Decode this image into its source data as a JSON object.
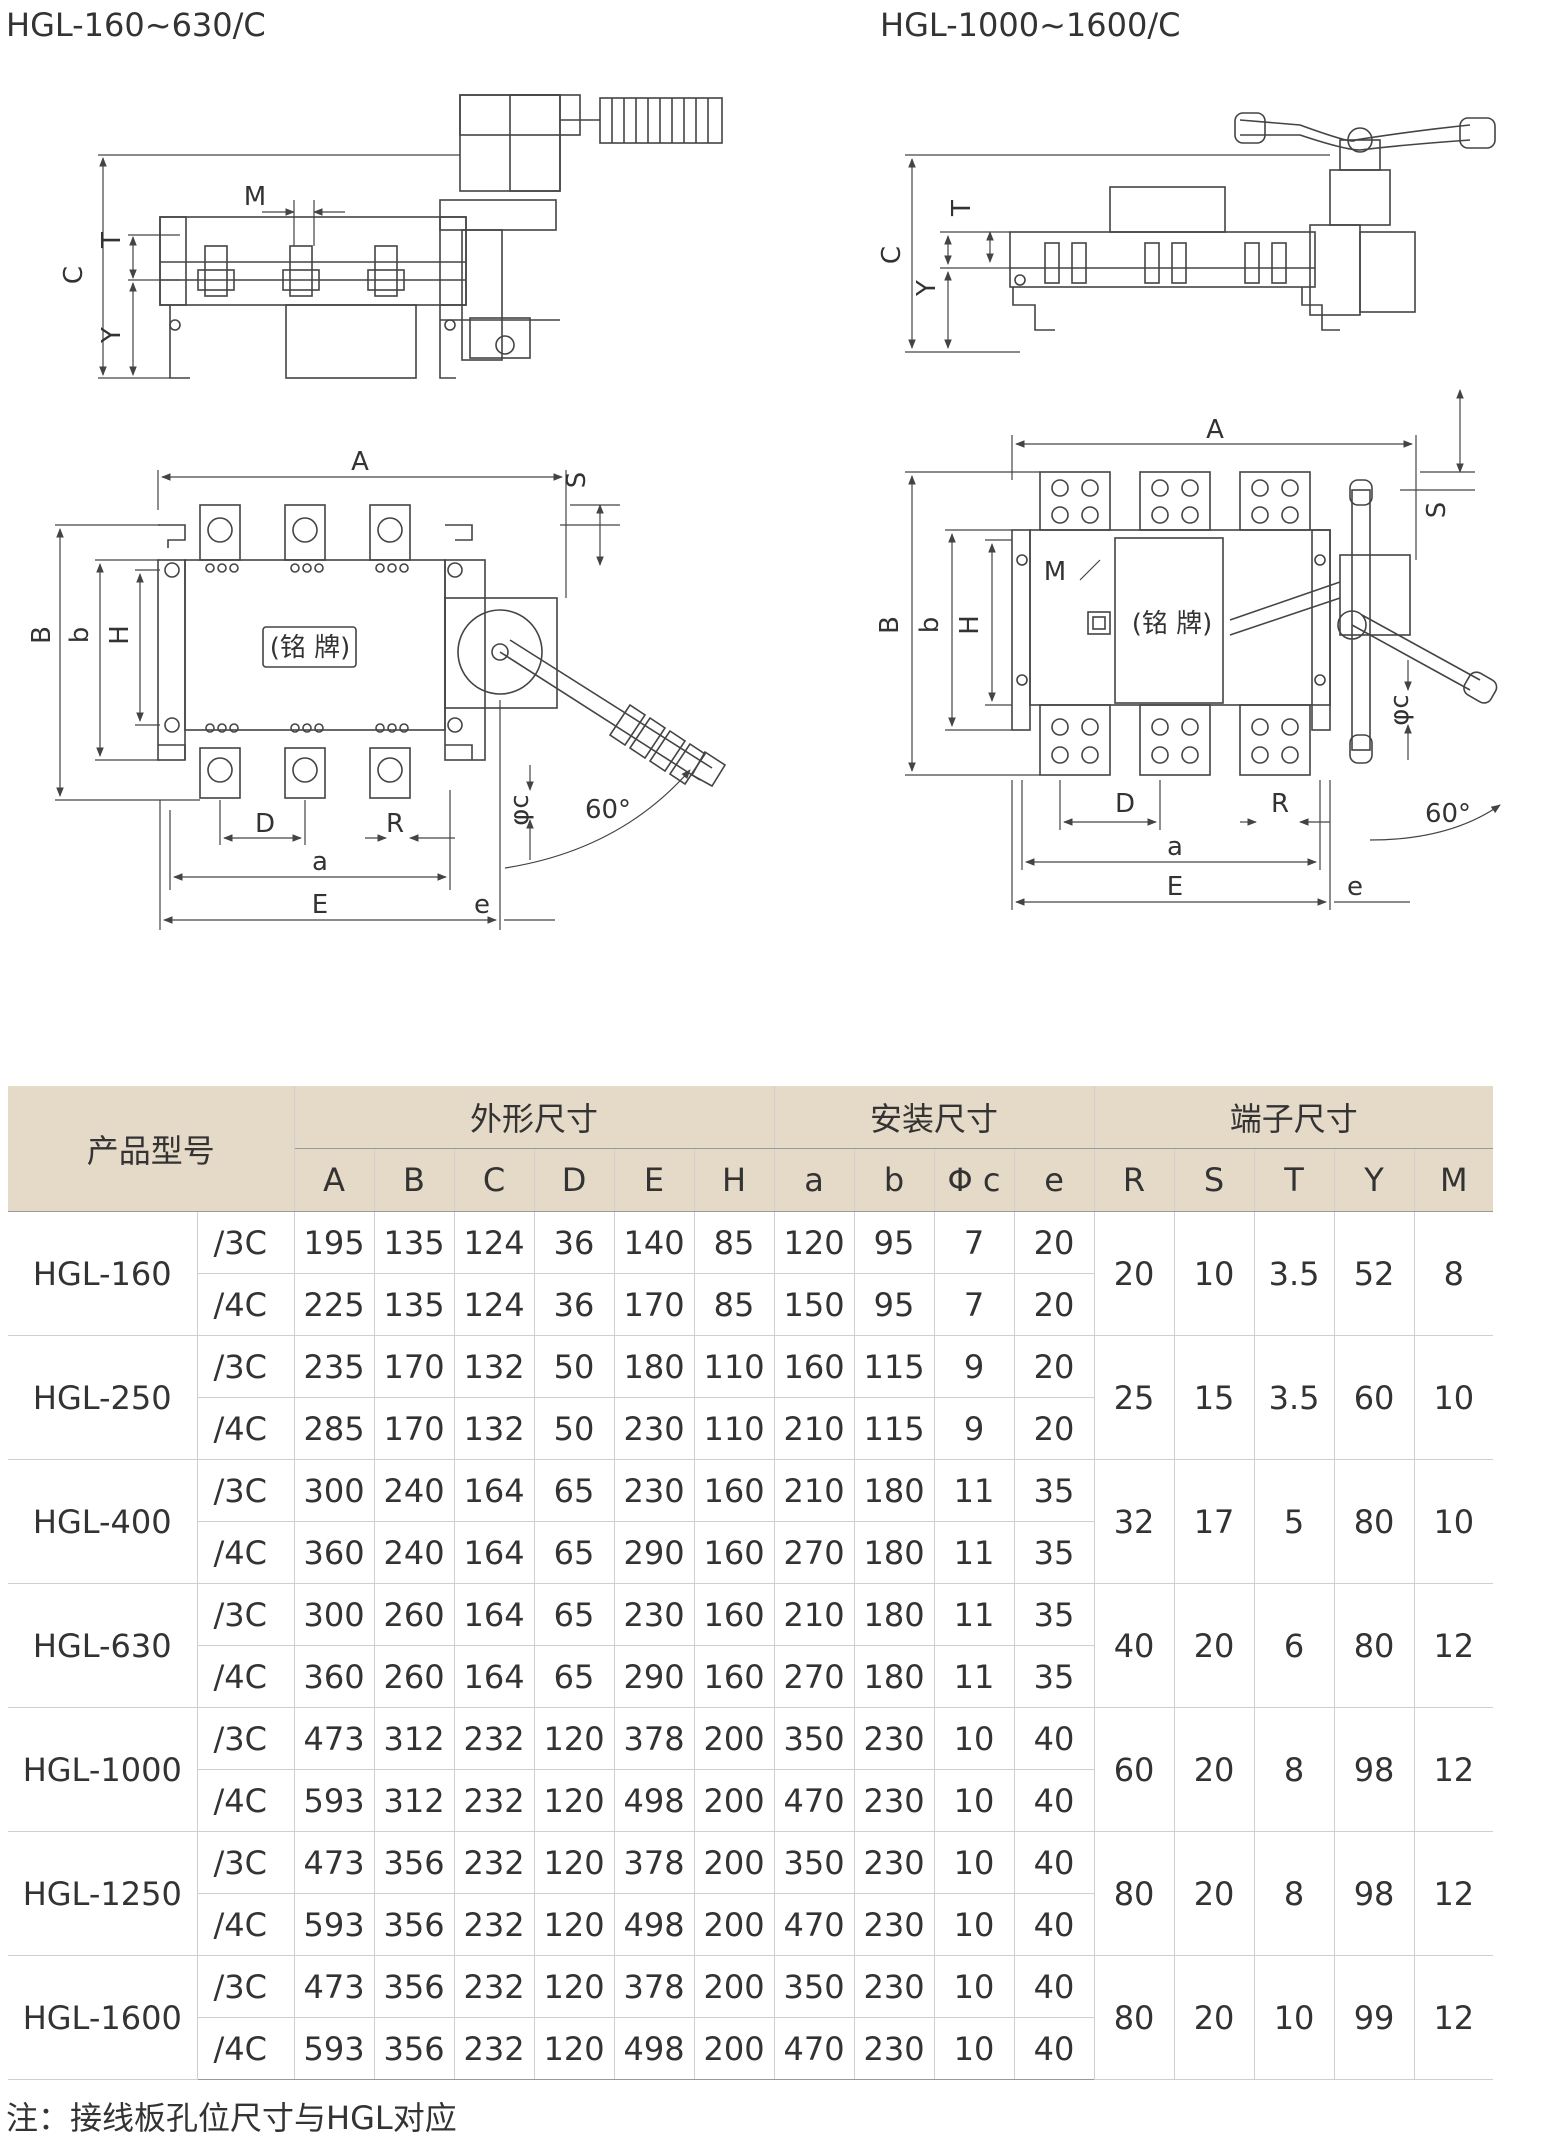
{
  "titles": {
    "left": "HGL-160~630/C",
    "right": "HGL-1000~1600/C"
  },
  "drawing_labels": {
    "C": "C",
    "T": "T",
    "Y": "Y",
    "M": "M",
    "A": "A",
    "B": "B",
    "b": "b",
    "H": "H",
    "S": "S",
    "D": "D",
    "R": "R",
    "a": "a",
    "E": "E",
    "e": "e",
    "phi_c": "φc",
    "angle": "60°",
    "nameplate": "(铭 牌)"
  },
  "table": {
    "col_model": "产品型号",
    "groups": [
      "外形尺寸",
      "安装尺寸",
      "端子尺寸"
    ],
    "columns": [
      "A",
      "B",
      "C",
      "D",
      "E",
      "H",
      "a",
      "b",
      "Φ c",
      "e",
      "R",
      "S",
      "T",
      "Y",
      "M"
    ],
    "models": [
      {
        "name": "HGL-160",
        "rows": [
          {
            "variant": "/3C",
            "v": [
              "195",
              "135",
              "124",
              "36",
              "140",
              "85",
              "120",
              "95",
              "7",
              "20"
            ]
          },
          {
            "variant": "/4C",
            "v": [
              "225",
              "135",
              "124",
              "36",
              "170",
              "85",
              "150",
              "95",
              "7",
              "20"
            ]
          }
        ],
        "terminal": [
          "20",
          "10",
          "3.5",
          "52",
          "8"
        ]
      },
      {
        "name": "HGL-250",
        "rows": [
          {
            "variant": "/3C",
            "v": [
              "235",
              "170",
              "132",
              "50",
              "180",
              "110",
              "160",
              "115",
              "9",
              "20"
            ]
          },
          {
            "variant": "/4C",
            "v": [
              "285",
              "170",
              "132",
              "50",
              "230",
              "110",
              "210",
              "115",
              "9",
              "20"
            ]
          }
        ],
        "terminal": [
          "25",
          "15",
          "3.5",
          "60",
          "10"
        ]
      },
      {
        "name": "HGL-400",
        "rows": [
          {
            "variant": "/3C",
            "v": [
              "300",
              "240",
              "164",
              "65",
              "230",
              "160",
              "210",
              "180",
              "11",
              "35"
            ]
          },
          {
            "variant": "/4C",
            "v": [
              "360",
              "240",
              "164",
              "65",
              "290",
              "160",
              "270",
              "180",
              "11",
              "35"
            ]
          }
        ],
        "terminal": [
          "32",
          "17",
          "5",
          "80",
          "10"
        ]
      },
      {
        "name": "HGL-630",
        "rows": [
          {
            "variant": "/3C",
            "v": [
              "300",
              "260",
              "164",
              "65",
              "230",
              "160",
              "210",
              "180",
              "11",
              "35"
            ]
          },
          {
            "variant": "/4C",
            "v": [
              "360",
              "260",
              "164",
              "65",
              "290",
              "160",
              "270",
              "180",
              "11",
              "35"
            ]
          }
        ],
        "terminal": [
          "40",
          "20",
          "6",
          "80",
          "12"
        ]
      },
      {
        "name": "HGL-1000",
        "rows": [
          {
            "variant": "/3C",
            "v": [
              "473",
              "312",
              "232",
              "120",
              "378",
              "200",
              "350",
              "230",
              "10",
              "40"
            ]
          },
          {
            "variant": "/4C",
            "v": [
              "593",
              "312",
              "232",
              "120",
              "498",
              "200",
              "470",
              "230",
              "10",
              "40"
            ]
          }
        ],
        "terminal": [
          "60",
          "20",
          "8",
          "98",
          "12"
        ]
      },
      {
        "name": "HGL-1250",
        "rows": [
          {
            "variant": "/3C",
            "v": [
              "473",
              "356",
              "232",
              "120",
              "378",
              "200",
              "350",
              "230",
              "10",
              "40"
            ]
          },
          {
            "variant": "/4C",
            "v": [
              "593",
              "356",
              "232",
              "120",
              "498",
              "200",
              "470",
              "230",
              "10",
              "40"
            ]
          }
        ],
        "terminal": [
          "80",
          "20",
          "8",
          "98",
          "12"
        ]
      },
      {
        "name": "HGL-1600",
        "rows": [
          {
            "variant": "/3C",
            "v": [
              "473",
              "356",
              "232",
              "120",
              "378",
              "200",
              "350",
              "230",
              "10",
              "40"
            ]
          },
          {
            "variant": "/4C",
            "v": [
              "593",
              "356",
              "232",
              "120",
              "498",
              "200",
              "470",
              "230",
              "10",
              "40"
            ]
          }
        ],
        "terminal": [
          "80",
          "20",
          "10",
          "99",
          "12"
        ]
      }
    ]
  },
  "note": "注：接线板孔位尺寸与HGL对应"
}
